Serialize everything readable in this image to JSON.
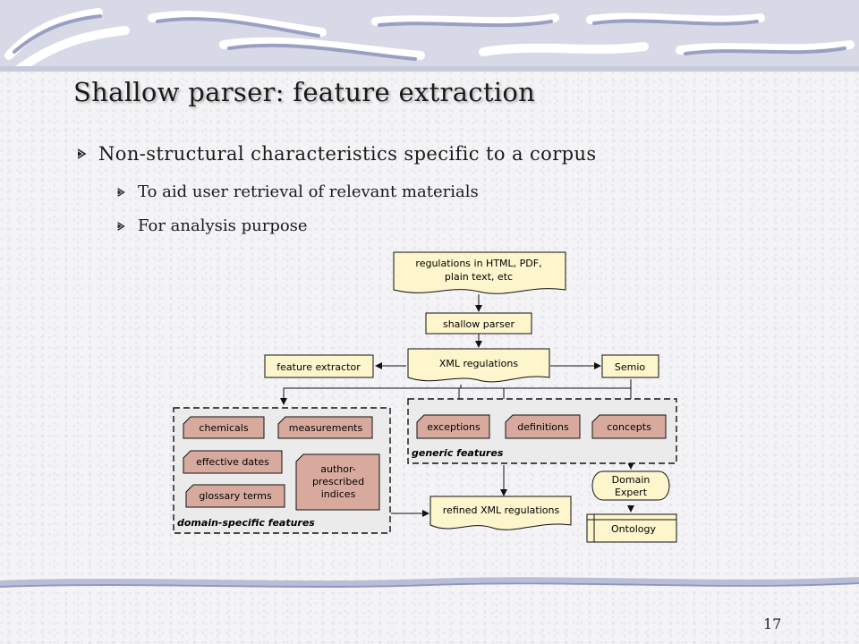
{
  "slide": {
    "title": "Shallow parser: feature extraction",
    "bullets": [
      {
        "text": "Non-structural characteristics specific to a corpus",
        "level": 1
      },
      {
        "text": "To aid user retrieval of relevant materials",
        "level": 2
      },
      {
        "text": "For analysis purpose",
        "level": 2
      }
    ],
    "page_number": "17"
  },
  "diagram": {
    "input_doc": [
      "regulations in HTML, PDF,",
      "plain text, etc"
    ],
    "shallow_parser": "shallow parser",
    "xml_regulations": "XML regulations",
    "feature_extractor": "feature extractor",
    "semio": "Semio",
    "generic_group_label": "generic features",
    "generic_features": [
      "exceptions",
      "definitions",
      "concepts"
    ],
    "domain_group_label": "domain-specific features",
    "domain_features": [
      "chemicals",
      "measurements",
      "effective dates",
      "glossary terms"
    ],
    "author_indices": [
      "author-",
      "prescribed",
      "indices"
    ],
    "domain_expert": [
      "Domain",
      "Expert"
    ],
    "refined": "refined XML regulations",
    "ontology": "Ontology"
  },
  "colors": {
    "feature_fill": "#d8aa9e",
    "process_fill": "#fdf5cc",
    "group_fill": "#ebebeb",
    "text": "#1a1a1a"
  }
}
